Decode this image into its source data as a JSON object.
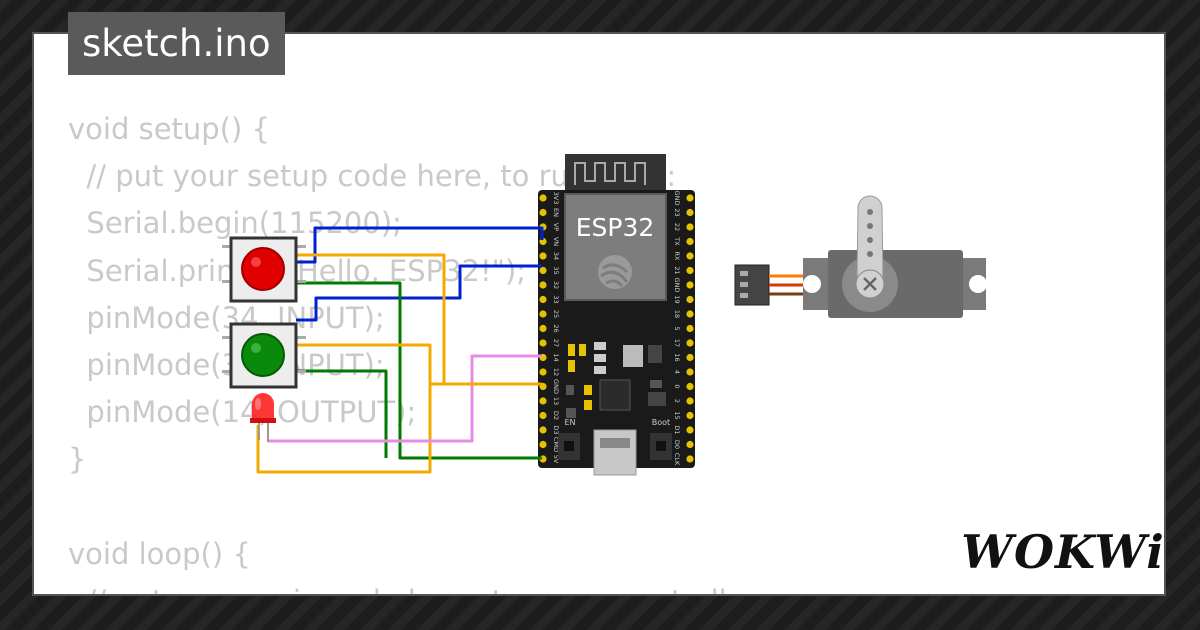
{
  "file_tab": {
    "label": "sketch.ino"
  },
  "code_lines": [
    "void setup() {",
    "  // put your setup code here, to run once:",
    "  Serial.begin(115200);",
    "  Serial.println(\"Hello, ESP32!\");",
    "  pinMode(34, INPUT);",
    "  pinMode(35, INPUT);",
    "  pinMode(14, OUTPUT);",
    "}",
    "",
    "void loop() {",
    "  // put your main code here, to run repeatedly:"
  ],
  "board": {
    "name": "ESP32",
    "left_pins": [
      "3V3",
      "EN",
      "VP",
      "VN",
      "34",
      "35",
      "32",
      "33",
      "25",
      "26",
      "27",
      "14",
      "12",
      "GND",
      "13",
      "D2",
      "D3",
      "CMD",
      "5V"
    ],
    "right_pins": [
      "GND",
      "23",
      "22",
      "TX",
      "RX",
      "21",
      "GND",
      "19",
      "18",
      "5",
      "17",
      "16",
      "4",
      "0",
      "2",
      "15",
      "D1",
      "D0",
      "CLK"
    ],
    "btn_en": "EN",
    "btn_boot": "Boot"
  },
  "brand": {
    "logo": "WOKWi"
  },
  "colors": {
    "wire_blue": "#0022cc",
    "wire_green": "#007a00",
    "wire_orange": "#f5a800",
    "wire_pink": "#e58ce5",
    "button_red": "#e00000",
    "button_green": "#0a8a0a",
    "led_red": "#ff2020",
    "board": "#1a1a1a",
    "servo_body": "#7a7a7a"
  }
}
